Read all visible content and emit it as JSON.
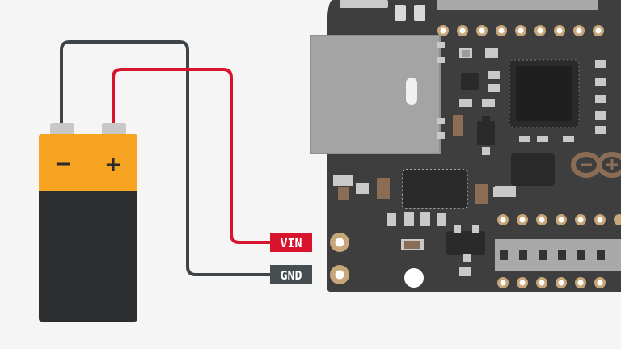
{
  "battery": {
    "negative_symbol": "−",
    "positive_symbol": "+",
    "body_color": "#2b2d2e",
    "top_color": "#f5a321"
  },
  "pins": {
    "vin_label": "VIN",
    "gnd_label": "GND",
    "vin_color": "#d8132e",
    "gnd_color": "#464d51"
  },
  "wires": {
    "positive_color": "#d8132e",
    "negative_color": "#3d4347"
  },
  "board": {
    "pcb_color": "#3e3e3e",
    "logo": "arduino-infinity-logo"
  }
}
